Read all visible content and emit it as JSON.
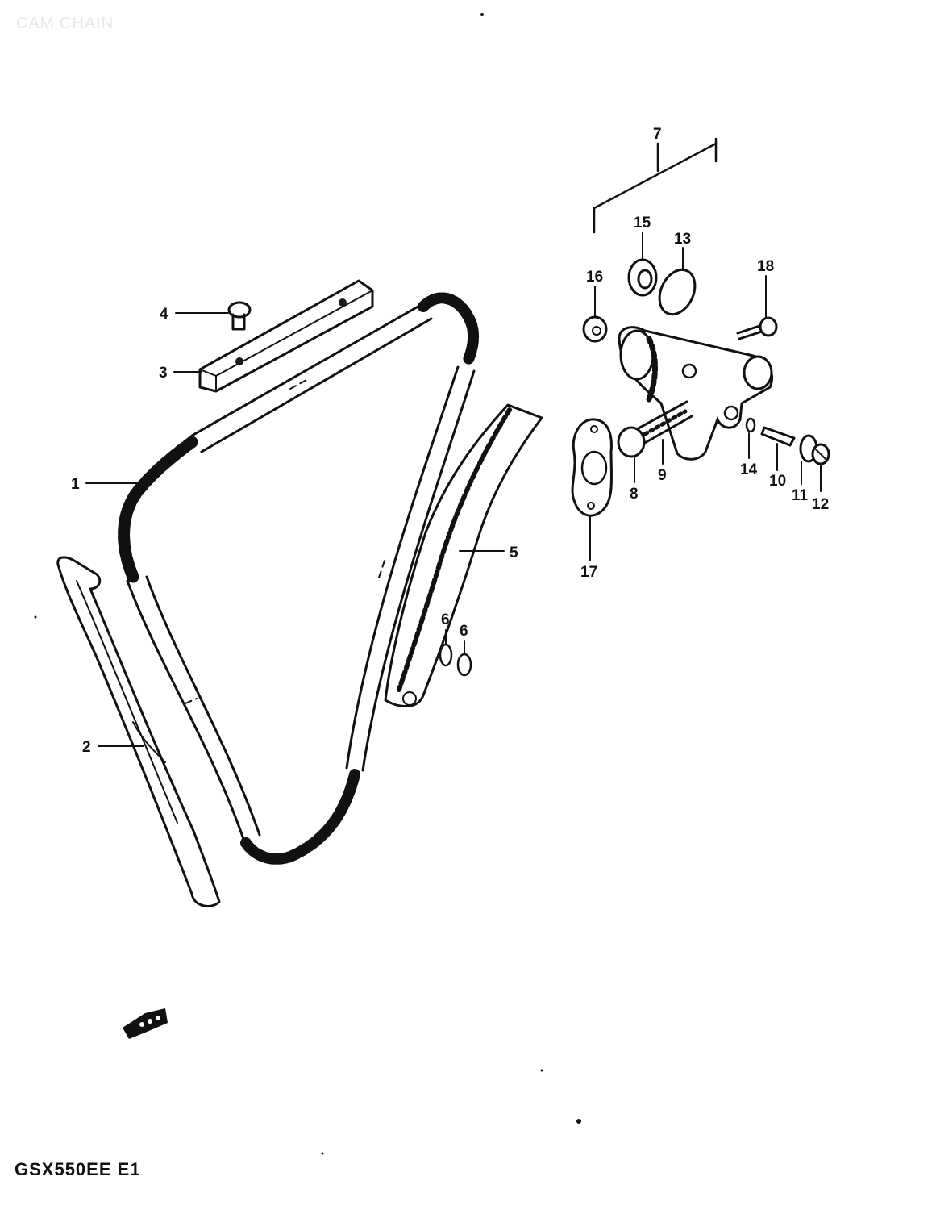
{
  "header": {
    "watermark": "CAM CHAIN"
  },
  "footer": {
    "model_code": "GSX550EE E1"
  },
  "callouts": [
    {
      "id": "c1",
      "label": "1"
    },
    {
      "id": "c2",
      "label": "2"
    },
    {
      "id": "c3",
      "label": "3"
    },
    {
      "id": "c4",
      "label": "4"
    },
    {
      "id": "c5",
      "label": "5"
    },
    {
      "id": "c6a",
      "label": "6"
    },
    {
      "id": "c6b",
      "label": "6"
    },
    {
      "id": "c7",
      "label": "7"
    },
    {
      "id": "c8",
      "label": "8"
    },
    {
      "id": "c9",
      "label": "9"
    },
    {
      "id": "c10",
      "label": "10"
    },
    {
      "id": "c11",
      "label": "11"
    },
    {
      "id": "c12",
      "label": "12"
    },
    {
      "id": "c13",
      "label": "13"
    },
    {
      "id": "c14",
      "label": "14"
    },
    {
      "id": "c15",
      "label": "15"
    },
    {
      "id": "c16",
      "label": "16"
    },
    {
      "id": "c17",
      "label": "17"
    },
    {
      "id": "c18",
      "label": "18"
    }
  ],
  "colors": {
    "ink": "#111111",
    "paper": "#ffffff"
  }
}
